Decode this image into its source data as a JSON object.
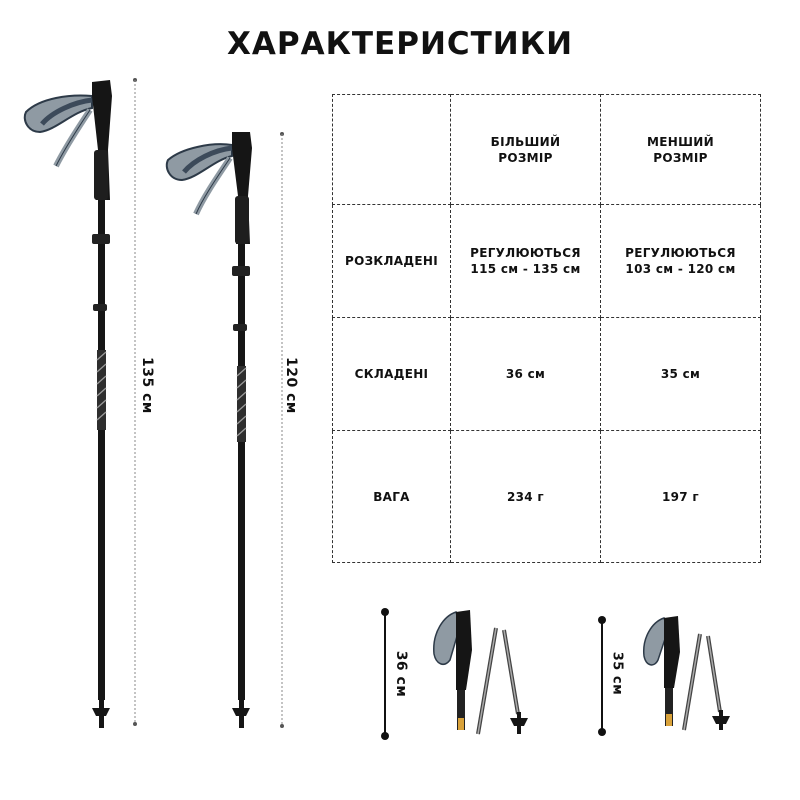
{
  "title": "ХАРАКТЕРИСТИКИ",
  "dimensions": {
    "large_pole_length": "135 см",
    "small_pole_length": "120 см",
    "large_folded_length": "36 см",
    "small_folded_length": "35 см"
  },
  "table": {
    "headers": [
      "",
      "БІЛЬШИЙ\nРОЗМІР",
      "МЕНШИЙ\nРОЗМІР"
    ],
    "rows": [
      {
        "label": "РОЗКЛАДЕНІ",
        "large": "РЕГУЛЮЮТЬСЯ\n115 см - 135 см",
        "small": "РЕГУЛЮЮТЬСЯ\n103 см - 120 см"
      },
      {
        "label": "СКЛАДЕНІ",
        "large": "36 см",
        "small": "35 см"
      },
      {
        "label": "ВАГА",
        "large": "234 г",
        "small": "197 г"
      }
    ]
  },
  "colors": {
    "pole": "#151515",
    "strap": "#8f9aa3",
    "strap_dark": "#3c4a5a",
    "accent": "#d9a23a"
  }
}
